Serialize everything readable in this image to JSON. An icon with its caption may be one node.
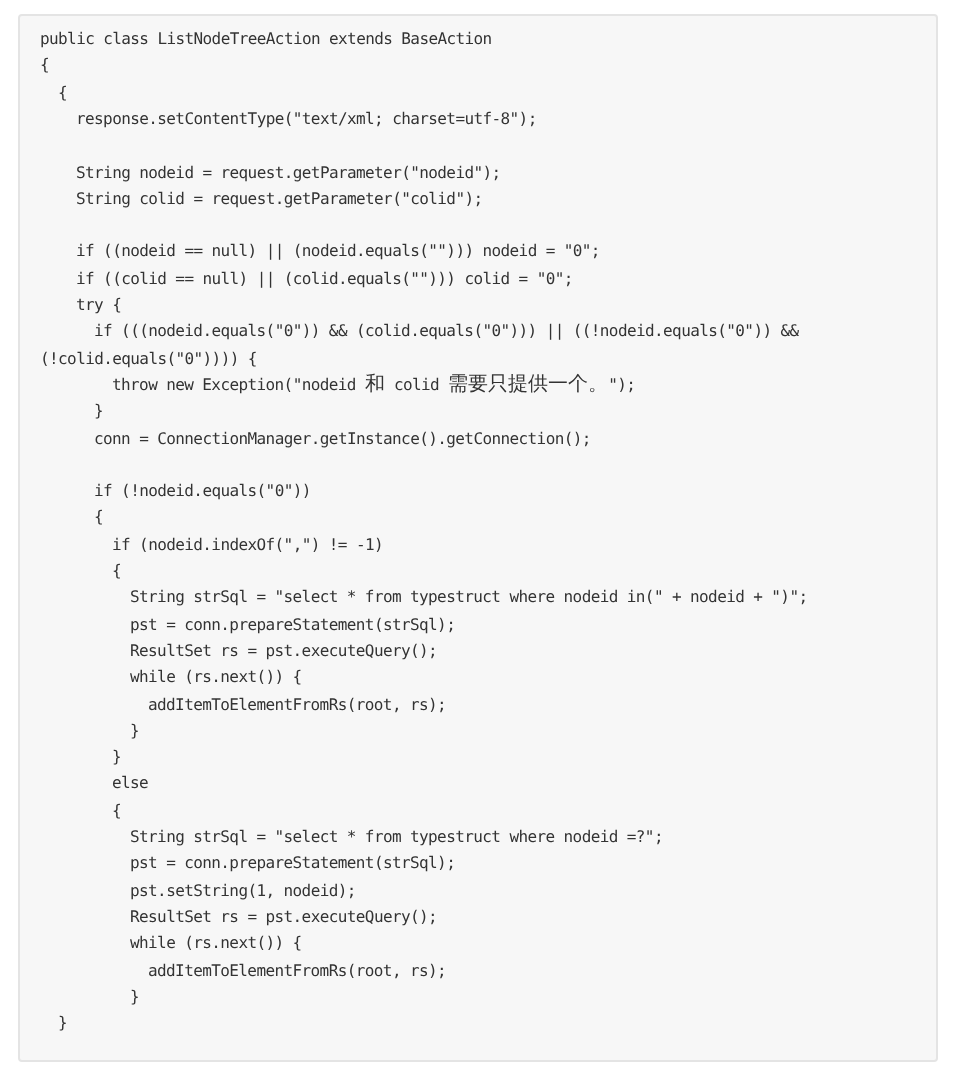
{
  "diagram": {
    "nodes": [
      {
        "text": [
          "public class ListNodeTreeAction extends BaseAction",
          "{",
          "{",
          "response.setContentType(\"text/xml; charset=utf-8\");",
          "String nodeid = request.getParameter(\"nodeid\");",
          "String colid = request.getParameter(\"colid\");",
          "if ((nodeid == null) || (nodeid.equals(\"\"))) nodeid = \"0\";",
          "if ((colid == null) || (colid.equals(\"\"))) colid = \"0\";",
          "try {",
          "if (((nodeid.equals(\"0\")) && (colid.equals(\"0\"))) || ((!nodeid.equals(\"0\")) && (!colid.equals(\"0\")))) {",
          "throw new Exception(\"nodeid 和 colid 需要只提供一个。\");",
          "}",
          "conn = ConnectionManager.getInstance().getConnection();",
          "if (!nodeid.equals(\"0\"))",
          "{",
          "if (nodeid.indexOf(\",\") != -1)",
          "{",
          "String strSql = \"select * from typestruct where nodeid in(\" + nodeid + \")\";",
          "pst = conn.prepareStatement(strSql);",
          "ResultSet rs = pst.executeQuery();",
          "while (rs.next()) {",
          "addItemToElementFromRs(root, rs);",
          "}",
          "}",
          "else",
          "{",
          "String strSql = \"select * from typestruct where nodeid =?\";",
          "pst = conn.prepareStatement(strSql);",
          "pst.setString(1, nodeid);",
          "ResultSet rs = pst.executeQuery();",
          "while (rs.next()) {",
          "addItemToElementFromRs(root, rs);",
          "}",
          "}"
        ]
      }
    ]
  }
}
